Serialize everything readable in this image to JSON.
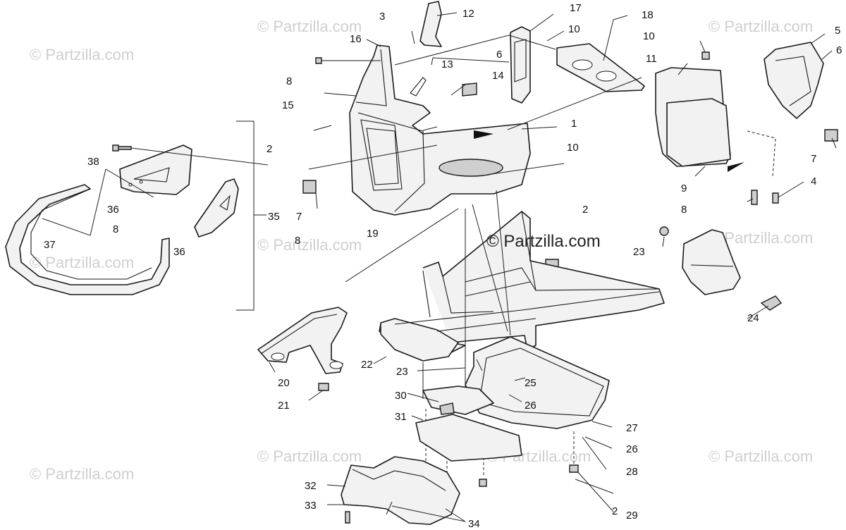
{
  "watermark": {
    "main": "© Partzilla.com",
    "faint": "© Partzilla.com"
  },
  "callouts": {
    "c1": "1",
    "c2a": "2",
    "c2b": "2",
    "c2c": "2",
    "c3": "3",
    "c4": "4",
    "c5": "5",
    "c6a": "6",
    "c6b": "6",
    "c7a": "7",
    "c7b": "7",
    "c8a": "8",
    "c8b": "8",
    "c8c": "8",
    "c8d": "8",
    "c9": "9",
    "c10a": "10",
    "c10b": "10",
    "c10c": "10",
    "c11": "11",
    "c12": "12",
    "c13": "13",
    "c14": "14",
    "c15": "15",
    "c16": "16",
    "c17": "17",
    "c18": "18",
    "c19": "19",
    "c20": "20",
    "c21": "21",
    "c22": "22",
    "c23a": "23",
    "c23b": "23",
    "c24": "24",
    "c25": "25",
    "c26a": "26",
    "c26b": "26",
    "c27": "27",
    "c28": "28",
    "c29": "29",
    "c30": "30",
    "c31": "31",
    "c32": "32",
    "c33": "33",
    "c34": "34",
    "c35": "35",
    "c36a": "36",
    "c36b": "36",
    "c37": "37",
    "c38": "38"
  }
}
